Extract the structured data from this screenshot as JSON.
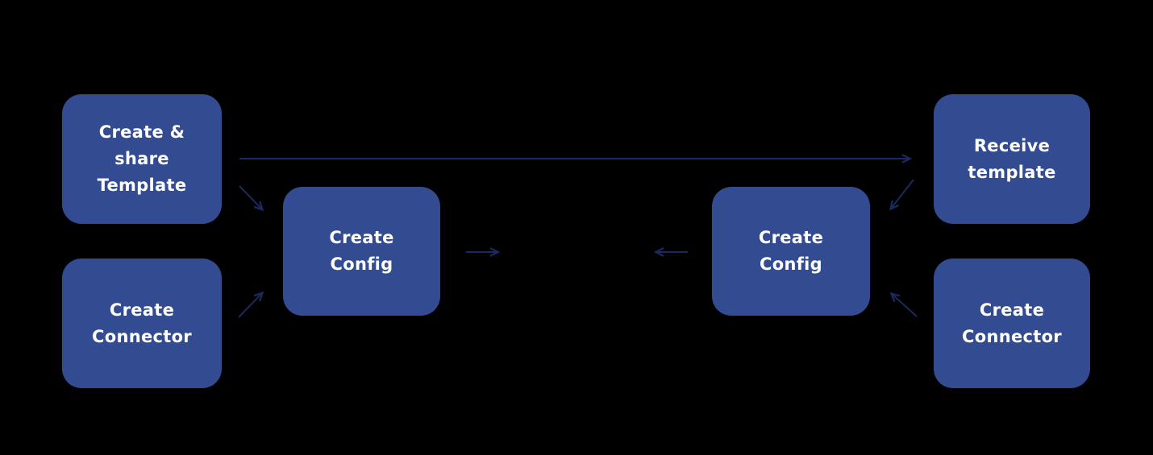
{
  "colors": {
    "background": "#000000",
    "node_fill": "#324B91",
    "node_text": "#FFFFFF",
    "edge": "#1B2A5E"
  },
  "diagram": {
    "nodes": {
      "create_share_template": {
        "label": "Create & share Template",
        "lines": [
          "Create &",
          "share",
          "Template"
        ]
      },
      "create_connector_left": {
        "label": "Create Connector",
        "lines": [
          "Create",
          "Connector"
        ]
      },
      "create_config_left": {
        "label": "Create Config",
        "lines": [
          "Create",
          "Config"
        ]
      },
      "create_config_right": {
        "label": "Create Config",
        "lines": [
          "Create",
          "Config"
        ]
      },
      "receive_template": {
        "label": "Receive template",
        "lines": [
          "Receive",
          "template"
        ]
      },
      "create_connector_right": {
        "label": "Create Connector",
        "lines": [
          "Create",
          "Connector"
        ]
      }
    },
    "edges": [
      {
        "from": "create_share_template",
        "to": "receive_template"
      },
      {
        "from": "create_share_template",
        "to": "create_config_left"
      },
      {
        "from": "create_connector_left",
        "to": "create_config_left"
      },
      {
        "from": "create_config_left",
        "to": "center"
      },
      {
        "from": "create_config_right",
        "to": "center"
      },
      {
        "from": "receive_template",
        "to": "create_config_right"
      },
      {
        "from": "create_connector_right",
        "to": "create_config_right"
      }
    ]
  }
}
